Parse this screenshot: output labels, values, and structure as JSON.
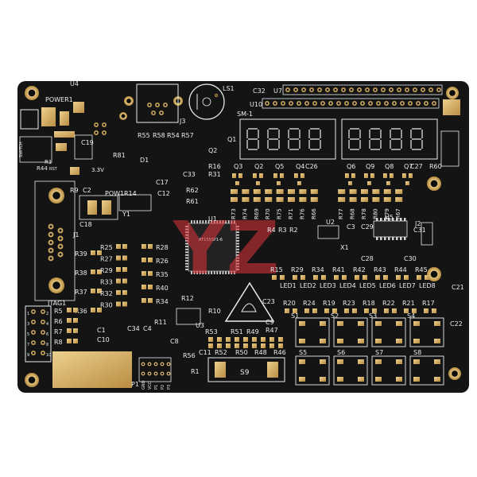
{
  "board": {
    "colors": {
      "substrate": "#141414",
      "silkscreen": "#e9ecef",
      "copper": "#c9a15a",
      "copper_light": "#e0c07a",
      "pad_gold": "#d7b46a",
      "watermark": "#e0353a"
    },
    "watermark_text": "YZ",
    "labels": {
      "u4": "U4",
      "power": "POWER1",
      "switch": "SWITCH",
      "r1": "R1",
      "r44": "R44",
      "rst": "RST",
      "r9": "R9",
      "c2": "C2",
      "c19": "C19",
      "r81": "R81",
      "d1": "D1",
      "v33": "3.3V",
      "pow": "POW1",
      "c18": "C18",
      "y1": "Y1",
      "r14": "R14",
      "c12": "C12",
      "c17": "C17",
      "r62": "R62",
      "r61": "R61",
      "r55": "R55",
      "r58": "R58",
      "r54": "R54",
      "r57": "R57",
      "c33": "C33",
      "r16": "R16",
      "r31": "R31",
      "q2": "Q2",
      "q1": "Q1",
      "j3": "J3",
      "ls1": "LS1",
      "c32": "C32",
      "u7": "U7",
      "u10": "U10",
      "sm1": "SM-1",
      "j1": "J1",
      "u1": "U1",
      "u1_chip": "AT155SP1-6",
      "u2": "U2",
      "c3": "C3",
      "c29": "C29",
      "u5": "U5",
      "j2": "J2",
      "c31": "C31",
      "r60": "R60",
      "c27": "C27",
      "c26": "C26",
      "x1": "X1",
      "c28": "C28",
      "c30": "C30",
      "c23": "C23",
      "c21": "C21",
      "c22": "C22",
      "r4": "R4",
      "r3": "R3",
      "r2": "R2",
      "jtag": "JTAG1",
      "p1": "P1",
      "s9": "S9",
      "c9": "C9",
      "r10": "R10",
      "r11": "R11",
      "r12": "R12",
      "u3": "U3",
      "c8": "C8",
      "r56": "R56",
      "c11": "C11",
      "r1b": "R1",
      "c34": "C34",
      "c4": "C4",
      "c1": "C1",
      "c10": "C10",
      "r53": "R53",
      "r51": "R51",
      "r49": "R49",
      "r47": "R47",
      "r52": "R52",
      "r50": "R50",
      "r48": "R48",
      "r46": "R46"
    },
    "top_transistors": [
      "Q3",
      "Q2",
      "Q5",
      "Q4",
      "Q6",
      "Q9",
      "Q8",
      "Q7"
    ],
    "resistor_row_a": [
      "R73",
      "R74",
      "R69",
      "R70",
      "R75",
      "R71",
      "R76",
      "R66",
      "R77",
      "R68",
      "R78",
      "R80",
      "R79",
      "R67"
    ],
    "left_resistors_l": [
      "R39",
      "R38",
      "R37",
      "R36"
    ],
    "left_resistors_m": [
      "R25",
      "R27",
      "R29",
      "R33",
      "R32",
      "R30"
    ],
    "left_resistors_r": [
      "R28",
      "R26",
      "R35",
      "R40",
      "R34"
    ],
    "left_jtag_res": [
      "R5",
      "R6",
      "R7",
      "R8"
    ],
    "led_resistors": [
      "R15",
      "R29",
      "R34",
      "R41",
      "R42",
      "R43",
      "R44",
      "R45"
    ],
    "leds": [
      "LED1",
      "LED2",
      "LED3",
      "LED4",
      "LED5",
      "LED6",
      "LED7",
      "LED8"
    ],
    "switch_resistors": [
      "R20",
      "R24",
      "R19",
      "R23",
      "R18",
      "R22",
      "R21",
      "R17"
    ],
    "switches_top": [
      "S1",
      "S2",
      "S3",
      "S4"
    ],
    "switches_bottom": [
      "S5",
      "S6",
      "S7",
      "S8"
    ],
    "jtag_pins_left": [
      "1",
      "3",
      "5",
      "7",
      "9"
    ],
    "jtag_pins_right": [
      "2",
      "4",
      "6",
      "8",
      "10"
    ],
    "p1_pins": [
      "GND",
      "VCC",
      "P1",
      "P2",
      "P3"
    ]
  }
}
